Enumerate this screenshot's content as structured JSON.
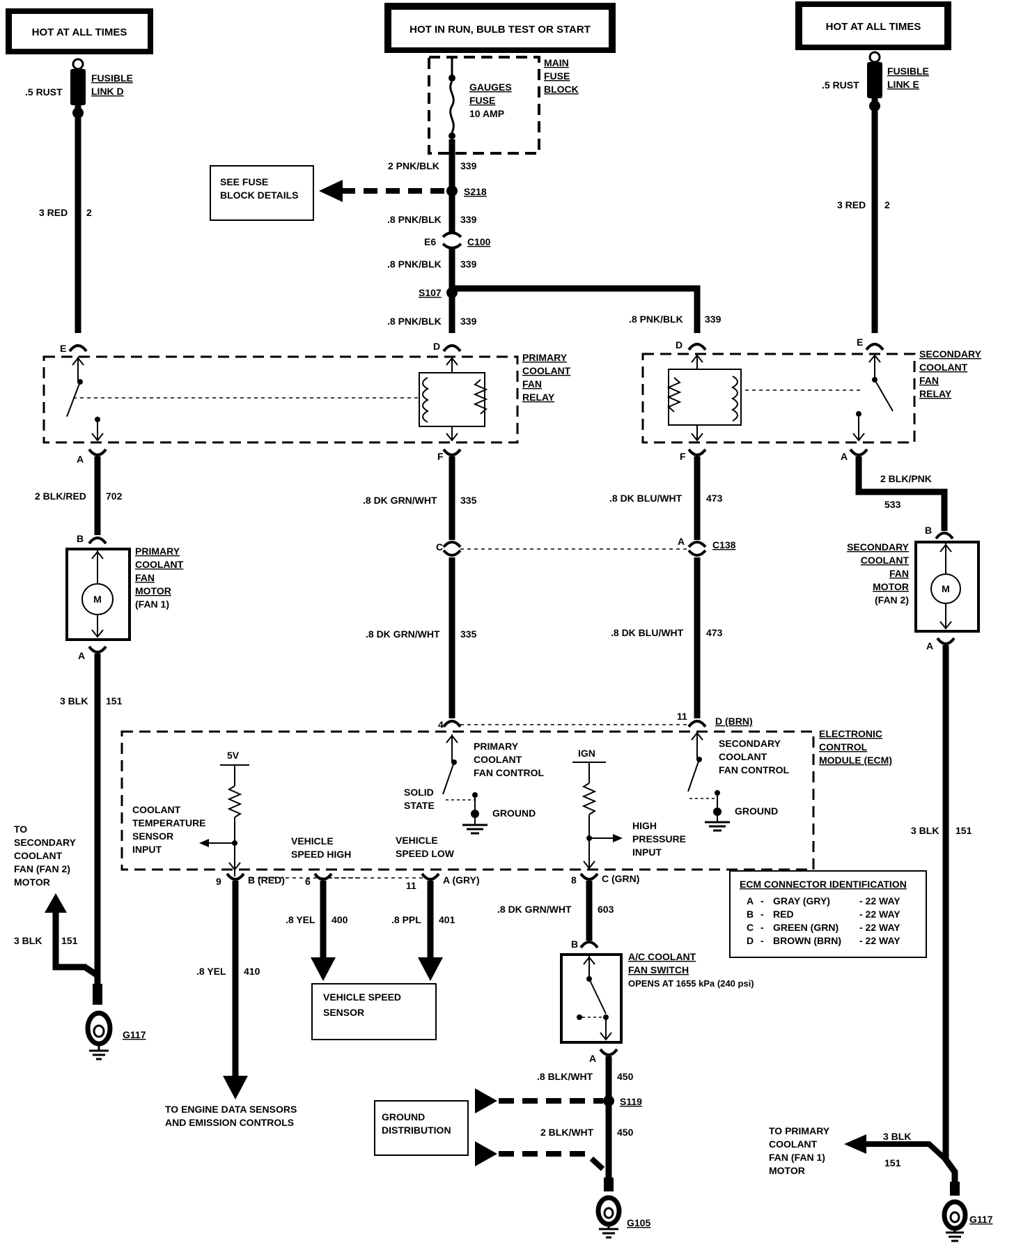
{
  "headers": {
    "left": "HOT AT ALL TIMES",
    "center": "HOT IN RUN, BULB TEST OR START",
    "right": "HOT AT ALL TIMES"
  },
  "fusible_link_d": {
    "wire": ".5 RUST",
    "line1": "FUSIBLE",
    "line2": "LINK D"
  },
  "fusible_link_e": {
    "wire": ".5 RUST",
    "line1": "FUSIBLE",
    "line2": "LINK E"
  },
  "main_fuse_block": {
    "line1": "MAIN",
    "line2": "FUSE",
    "line3": "BLOCK"
  },
  "gauges_fuse": {
    "line1": "GAUGES",
    "line2": "FUSE",
    "line3": "10 AMP"
  },
  "see_fuse_block": {
    "line1": "SEE FUSE",
    "line2": "BLOCK DETAILS"
  },
  "splices": {
    "s218": "S218",
    "s107": "S107",
    "s119": "S119"
  },
  "connectors": {
    "c100": "C100",
    "c100_pin": "E6",
    "c138": "C138"
  },
  "wires": {
    "red_left_size": "3 RED",
    "red_left_circuit": "2",
    "red_right_size": "3 RED",
    "red_right_circuit": "2",
    "pnk_a": "2 PNK/BLK",
    "pnk_a_circuit": "339",
    "pnk_b": ".8 PNK/BLK",
    "pnk_b_circuit": "339",
    "pnk_c": ".8 PNK/BLK",
    "pnk_c_circuit": "339",
    "pnk_d": ".8 PNK/BLK",
    "pnk_d_circuit": "339",
    "pnk_e": ".8 PNK/BLK",
    "pnk_e_circuit": "339",
    "blk_red": "2 BLK/RED",
    "blk_red_circuit": "702",
    "grn_wht_1": ".8 DK GRN/WHT",
    "grn_wht_1_circuit": "335",
    "grn_wht_2": ".8 DK GRN/WHT",
    "grn_wht_2_circuit": "335",
    "blu_wht_1": ".8 DK BLU/WHT",
    "blu_wht_1_circuit": "473",
    "blu_wht_2": ".8 DK BLU/WHT",
    "blu_wht_2_circuit": "473",
    "blk_pnk": "2 BLK/PNK",
    "blk_pnk_circuit": "533",
    "blk_left": "3 BLK",
    "blk_left_circuit": "151",
    "blk_left_low": "3 BLK",
    "blk_left_low_circuit": "151",
    "blk_right": "3 BLK",
    "blk_right_circuit": "151",
    "blk_right_low": "3 BLK",
    "blk_right_low_circuit": "151",
    "yel_410": ".8 YEL",
    "yel_410_circuit": "410",
    "yel_400": ".8 YEL",
    "yel_400_circuit": "400",
    "ppl_401": ".8 PPL",
    "ppl_401_circuit": "401",
    "grn_wht_603": ".8 DK GRN/WHT",
    "grn_wht_603_circuit": "603",
    "blk_wht_1": ".8 BLK/WHT",
    "blk_wht_1_circuit": "450",
    "blk_wht_2": "2 BLK/WHT",
    "blk_wht_2_circuit": "450"
  },
  "pins": {
    "e": "E",
    "d": "D",
    "a": "A",
    "f": "F",
    "b": "B",
    "c": "C",
    "n4": "4",
    "n11": "11",
    "n9": "9",
    "n6": "6",
    "n8": "8",
    "d_brn": "D (BRN)",
    "b_red": "B (RED)",
    "a_gry": "A (GRY)",
    "c_grn": "C (GRN)"
  },
  "primary_relay": {
    "line1": "PRIMARY",
    "line2": "COOLANT",
    "line3": "FAN",
    "line4": "RELAY"
  },
  "secondary_relay": {
    "line1": "SECONDARY",
    "line2": "COOLANT",
    "line3": "FAN",
    "line4": "RELAY"
  },
  "primary_motor": {
    "line1": "PRIMARY",
    "line2": "COOLANT",
    "line3": "FAN",
    "line4": "MOTOR",
    "line5": "(FAN 1)",
    "symbol": "M"
  },
  "secondary_motor": {
    "line1": "SECONDARY",
    "line2": "COOLANT",
    "line3": "FAN",
    "line4": "MOTOR",
    "line5": "(FAN 2)",
    "symbol": "M"
  },
  "ecm": {
    "title1": "ELECTRONIC",
    "title2": "CONTROL",
    "title3": "MODULE (ECM)",
    "v5": "5V",
    "ign": "IGN",
    "primary_ctrl1": "PRIMARY",
    "primary_ctrl2": "COOLANT",
    "primary_ctrl3": "FAN CONTROL",
    "secondary_ctrl1": "SECONDARY",
    "secondary_ctrl2": "COOLANT",
    "secondary_ctrl3": "FAN CONTROL",
    "solid1": "SOLID",
    "solid2": "STATE",
    "ground1": "GROUND",
    "ground2": "GROUND",
    "coolant1": "COOLANT",
    "coolant2": "TEMPERATURE",
    "coolant3": "SENSOR",
    "coolant4": "INPUT",
    "vsh1": "VEHICLE",
    "vsh2": "SPEED HIGH",
    "vsl1": "VEHICLE",
    "vsl2": "SPEED LOW",
    "hp1": "HIGH",
    "hp2": "PRESSURE",
    "hp3": "INPUT"
  },
  "ecm_id": {
    "title": "ECM CONNECTOR IDENTIFICATION",
    "rows": [
      {
        "pin": "A",
        "dash": "-",
        "color": "GRAY (GRY)",
        "way": "- 22 WAY"
      },
      {
        "pin": "B",
        "dash": "-",
        "color": "RED",
        "way": "- 22 WAY"
      },
      {
        "pin": "C",
        "dash": "-",
        "color": "GREEN (GRN)",
        "way": "- 22 WAY"
      },
      {
        "pin": "D",
        "dash": "-",
        "color": "BROWN (BRN)",
        "way": "- 22 WAY"
      }
    ]
  },
  "ac_switch": {
    "line1": "A/C COOLANT",
    "line2": "FAN SWITCH",
    "line3": "OPENS AT 1655 kPa (240 psi)"
  },
  "vehicle_speed_sensor": {
    "line1": "VEHICLE SPEED",
    "line2": "SENSOR"
  },
  "ground_distribution": {
    "line1": "GROUND",
    "line2": "DISTRIBUTION"
  },
  "to_secondary": {
    "line1": "TO",
    "line2": "SECONDARY",
    "line3": "COOLANT",
    "line4": "FAN (FAN 2)",
    "line5": "MOTOR"
  },
  "to_primary": {
    "line1": "TO PRIMARY",
    "line2": "COOLANT",
    "line3": "FAN (FAN 1)",
    "line4": "MOTOR"
  },
  "to_engine": {
    "line1": "TO ENGINE DATA SENSORS",
    "line2": "AND EMISSION CONTROLS"
  },
  "grounds": {
    "g117_left": "G117",
    "g105": "G105",
    "g117_right": "G117"
  }
}
